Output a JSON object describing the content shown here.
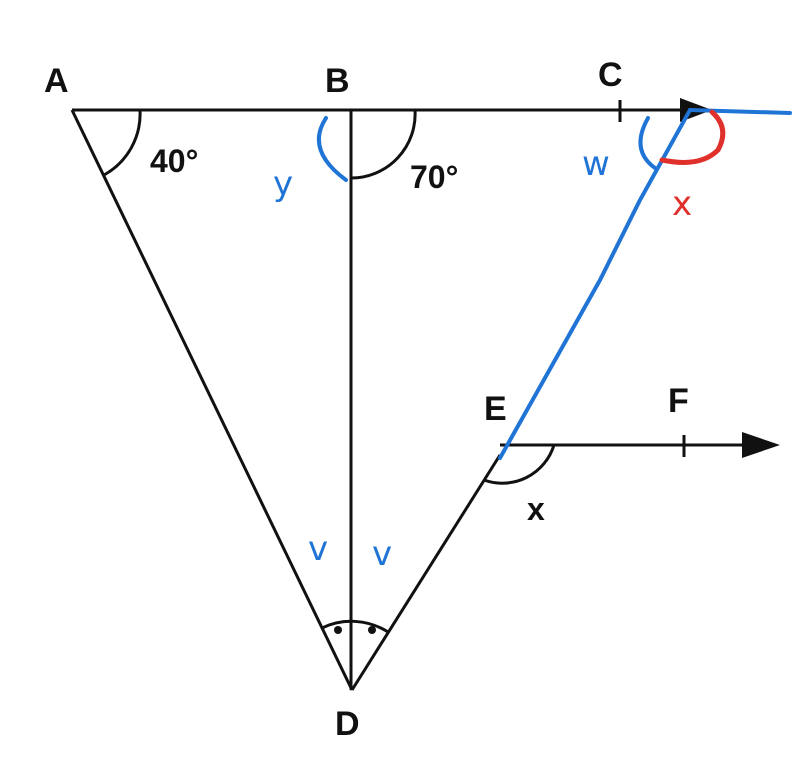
{
  "points": {
    "A": "A",
    "B": "B",
    "C": "C",
    "D": "D",
    "E": "E",
    "F": "F"
  },
  "angles": {
    "at_A": "40°",
    "at_B_right": "70°",
    "at_E": "x"
  },
  "annotations": {
    "at_B_left": "y",
    "at_C_left": "w",
    "at_C_right": "x",
    "at_D_left": "v",
    "at_D_right": "v"
  },
  "colors": {
    "ink": "#111111",
    "blue": "#1f74d6",
    "red": "#e0302c"
  }
}
